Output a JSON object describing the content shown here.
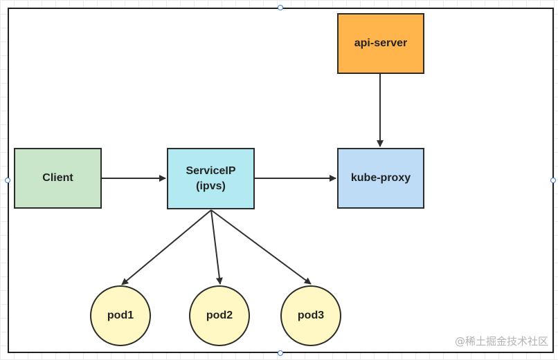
{
  "nodes": {
    "api_server": "api-server",
    "client": "Client",
    "service_ip": "ServiceIP\n(ipvs)",
    "kube_proxy": "kube-proxy",
    "pod1": "pod1",
    "pod2": "pod2",
    "pod3": "pod3"
  },
  "edges": [
    {
      "from": "api_server",
      "to": "kube_proxy"
    },
    {
      "from": "client",
      "to": "service_ip"
    },
    {
      "from": "service_ip",
      "to": "kube_proxy"
    },
    {
      "from": "service_ip",
      "to": "pod1"
    },
    {
      "from": "service_ip",
      "to": "pod2"
    },
    {
      "from": "service_ip",
      "to": "pod3"
    }
  ],
  "colors": {
    "api_server": "#ffb54c",
    "client": "#c9e6cb",
    "service_ip": "#b3eaf2",
    "kube_proxy": "#bedcf6",
    "pod": "#fff8c4"
  },
  "watermark": "@稀土掘金技术社区"
}
